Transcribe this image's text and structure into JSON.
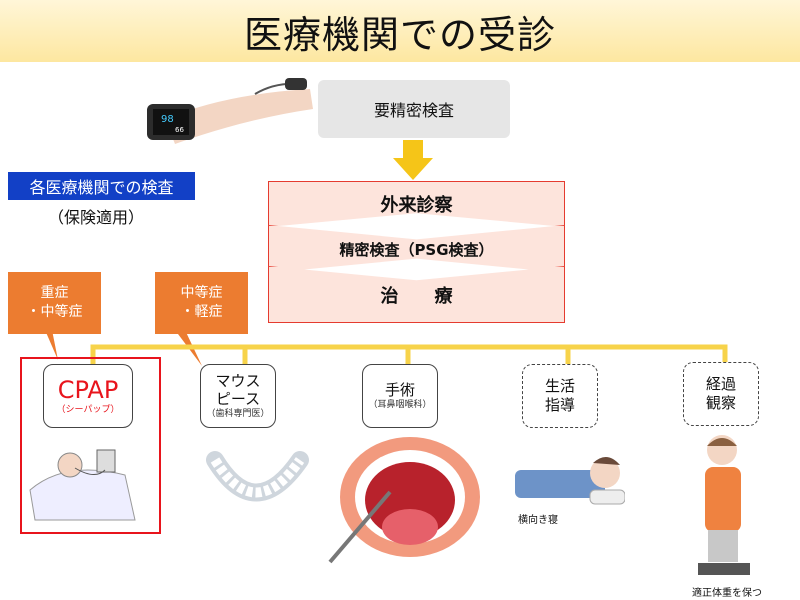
{
  "title": "医療機関での受診",
  "flow": {
    "request": "要精密検査",
    "steps": [
      "外来診察",
      "精密検査（PSG検査）",
      "治　　療"
    ]
  },
  "label": {
    "main": "各医療機関での検査",
    "note": "（保険適用）"
  },
  "callouts": [
    {
      "line1": "重症",
      "line2": "・中等症"
    },
    {
      "line1": "中等症",
      "line2": "・軽症"
    }
  ],
  "treatments": [
    {
      "name": "CPAP",
      "sub": "（シーパップ）"
    },
    {
      "name1": "マウス",
      "name2": "ピース",
      "sub": "（歯科専門医）"
    },
    {
      "name": "手術",
      "sub": "（耳鼻咽喉科）"
    },
    {
      "name1": "生活",
      "name2": "指導"
    },
    {
      "name1": "経過",
      "name2": "観察"
    }
  ],
  "captions": {
    "sleep": "横向き寝",
    "weight": "適正体重を保つ"
  },
  "device": {
    "spo2": "98",
    "pulse": "66"
  },
  "colors": {
    "accent": "#e53b2f",
    "orange": "#ec7c30",
    "blue": "#1240c6",
    "yellow": "#f7d34a"
  }
}
